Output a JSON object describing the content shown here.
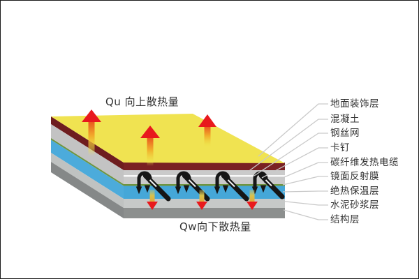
{
  "figure": {
    "type": "floor-heating-layer-diagram",
    "up_heat_label": "Qu 向上散热量",
    "down_heat_label": "Qw向下散热量"
  },
  "layer_labels": [
    {
      "text": "地面装饰层"
    },
    {
      "text": "混凝土"
    },
    {
      "text": "钢丝网"
    },
    {
      "text": "卡钉"
    },
    {
      "text": "碳纤维发热电缆"
    },
    {
      "text": "镜面反射膜"
    },
    {
      "text": "绝热保温层"
    },
    {
      "text": "水泥砂浆层"
    },
    {
      "text": "结构层"
    }
  ],
  "colors": {
    "background": "#FFFFFF",
    "border": "#1A1A1A",
    "surface_yellow": "#F0E351",
    "decoration_red_front": "#7A2123",
    "decoration_red_side": "#6E1D1F",
    "concrete_gray_front": "#CACACA",
    "concrete_gray_side": "#C3C3C3",
    "mesh_white": "#F8F8F8",
    "film_green": "#6F9440",
    "insulation_blue_front": "#45A7D8",
    "insulation_blue_side": "#4CABDB",
    "mortar_gray_front": "#C6C9C8",
    "mortar_gray_side": "#BFC2C1",
    "structure_gray_front": "#8C8F8E",
    "structure_gray_side": "#858888",
    "cable_black": "#161616",
    "arrow_red": "#E8191D",
    "leader_line": "#C9C9C9",
    "label_text": "#333333"
  }
}
